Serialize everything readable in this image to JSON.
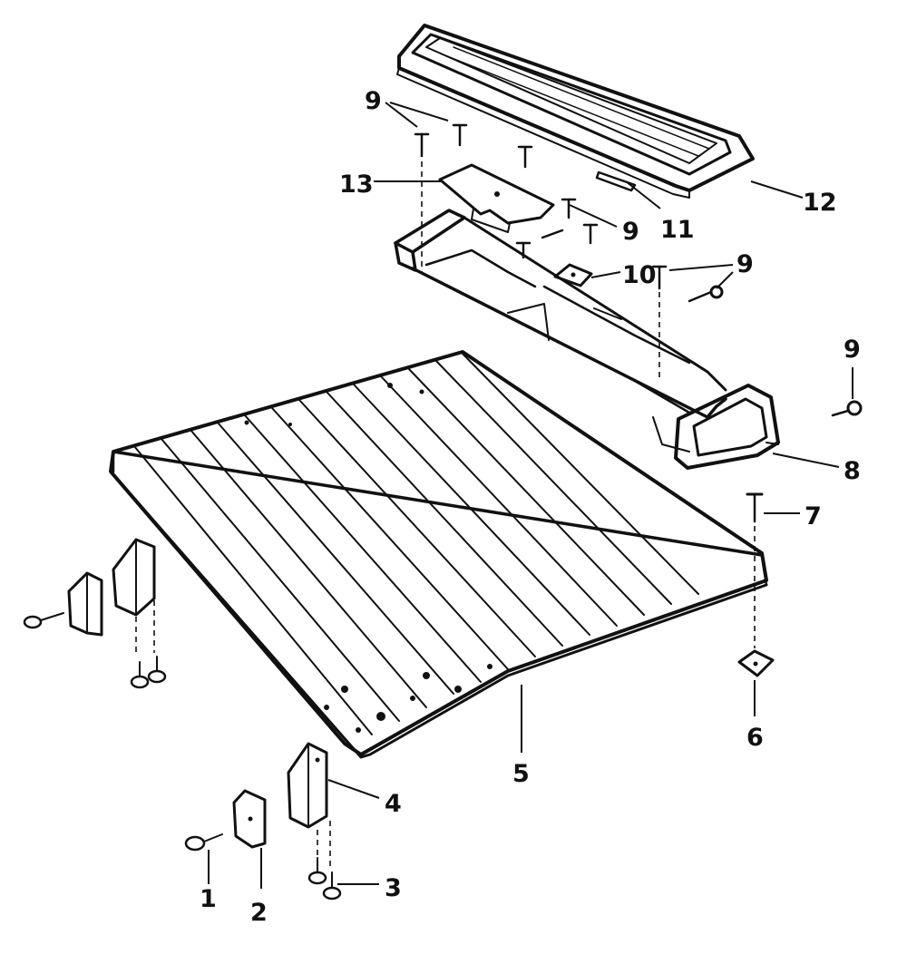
{
  "diagram": {
    "callouts": [
      {
        "id": "c1",
        "text": "1"
      },
      {
        "id": "c2",
        "text": "2"
      },
      {
        "id": "c3",
        "text": "3"
      },
      {
        "id": "c4",
        "text": "4"
      },
      {
        "id": "c5",
        "text": "5"
      },
      {
        "id": "c6",
        "text": "6"
      },
      {
        "id": "c7",
        "text": "7"
      },
      {
        "id": "c8",
        "text": "8"
      },
      {
        "id": "c9a",
        "text": "9"
      },
      {
        "id": "c9b",
        "text": "9"
      },
      {
        "id": "c9c",
        "text": "9"
      },
      {
        "id": "c9d",
        "text": "9"
      },
      {
        "id": "c10",
        "text": "10"
      },
      {
        "id": "c11",
        "text": "11"
      },
      {
        "id": "c12",
        "text": "12"
      },
      {
        "id": "c13",
        "text": "13"
      }
    ]
  }
}
